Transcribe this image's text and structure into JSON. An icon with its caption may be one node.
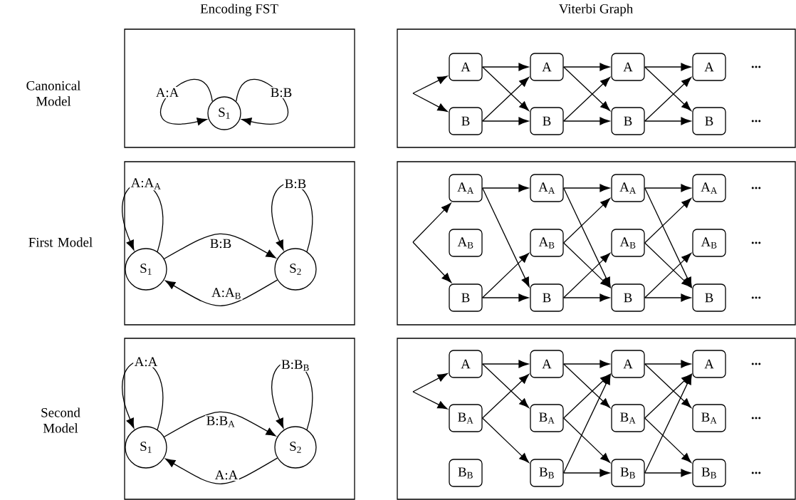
{
  "diagram": {
    "nodes": [
      {
        "text": [],
        "shape": "box"
      },
      {
        "text": [
          "S$_{1}$"
        ],
        "in": 0
      },
      {
        "text": [],
        "shape": "box"
      },
      {
        "text": [
          "A"
        ],
        "in": 2
      },
      {
        "text": [
          "B"
        ],
        "in": 2
      },
      {
        "text": [
          "A"
        ],
        "in": 2
      },
      {
        "text": [
          "B"
        ],
        "in": 2
      },
      {
        "text": [
          "A"
        ],
        "in": 2
      },
      {
        "text": [
          "B"
        ],
        "in": 2
      },
      {
        "text": [
          "A"
        ],
        "in": 2
      },
      {
        "text": [
          "B"
        ],
        "in": 2
      },
      {
        "text": [],
        "shape": "box"
      },
      {
        "text": [
          "S$_{1}$"
        ],
        "in": 11
      },
      {
        "text": [
          "S$_{2}$"
        ],
        "in": 11
      },
      {
        "text": [],
        "shape": "box"
      },
      {
        "text": [
          "A$_{A}$"
        ],
        "in": 14
      },
      {
        "text": [
          "A$_{B}$"
        ],
        "in": 14
      },
      {
        "text": [
          "B"
        ],
        "in": 14
      },
      {
        "text": [
          "A$_{A}$"
        ],
        "in": 14
      },
      {
        "text": [
          "A$_{B}$"
        ],
        "in": 14
      },
      {
        "text": [
          "B"
        ],
        "in": 14
      },
      {
        "text": [
          "A$_{A}$"
        ],
        "in": 14
      },
      {
        "text": [
          "A$_{B}$"
        ],
        "in": 14
      },
      {
        "text": [
          "B"
        ],
        "in": 14
      },
      {
        "text": [
          "A$_{A}$"
        ],
        "in": 14
      },
      {
        "text": [
          "A$_{B}$"
        ],
        "in": 14
      },
      {
        "text": [
          "B"
        ],
        "in": 14
      },
      {
        "text": [],
        "shape": "box"
      },
      {
        "text": [
          "S$_{1}$"
        ],
        "in": 27
      },
      {
        "text": [
          "S$_{2}$"
        ],
        "in": 27
      },
      {
        "text": [],
        "shape": "box"
      },
      {
        "text": [
          "A"
        ],
        "in": 30
      },
      {
        "text": [
          "B$_{A}$"
        ],
        "in": 30
      },
      {
        "text": [
          "B$_{B}$"
        ],
        "in": 30
      },
      {
        "text": [
          "A"
        ],
        "in": 30
      },
      {
        "text": [
          "B$_{A}$"
        ],
        "in": 30
      },
      {
        "text": [
          "B$_{B}$"
        ],
        "in": 30
      },
      {
        "text": [
          "A"
        ],
        "in": 30
      },
      {
        "text": [
          "B$_{A}$"
        ],
        "in": 30
      },
      {
        "text": [
          "B$_{B}$"
        ],
        "in": 30
      },
      {
        "text": [
          "A"
        ],
        "in": 30
      },
      {
        "text": [
          "B$_{A}$"
        ],
        "in": 30
      },
      {
        "text": [
          "B$_{B}$"
        ],
        "in": 30
      }
    ],
    "edges": [
      {
        "from": 1,
        "to": 1,
        "arrow": "to",
        "label": "A:A"
      },
      {
        "from": 1,
        "to": 1,
        "arrow": "to",
        "label": "B:B"
      },
      {
        "from": null,
        "to": 3,
        "arrow": "to"
      },
      {
        "from": null,
        "to": 4,
        "arrow": "to"
      },
      {
        "from": 3,
        "to": 5,
        "arrow": "to"
      },
      {
        "from": 3,
        "to": 6,
        "arrow": "to"
      },
      {
        "from": 4,
        "to": 5,
        "arrow": "to"
      },
      {
        "from": 4,
        "to": 6,
        "arrow": "to"
      },
      {
        "from": 5,
        "to": 7,
        "arrow": "to"
      },
      {
        "from": 5,
        "to": 8,
        "arrow": "to"
      },
      {
        "from": 6,
        "to": 7,
        "arrow": "to"
      },
      {
        "from": 6,
        "to": 8,
        "arrow": "to"
      },
      {
        "from": 7,
        "to": 9,
        "arrow": "to"
      },
      {
        "from": 7,
        "to": 10,
        "arrow": "to"
      },
      {
        "from": 8,
        "to": 9,
        "arrow": "to"
      },
      {
        "from": 8,
        "to": 10,
        "arrow": "to"
      },
      {
        "from": 12,
        "to": 12,
        "arrow": "to",
        "label": "A:A$_{A}$"
      },
      {
        "from": 13,
        "to": 13,
        "arrow": "to",
        "label": "B:B"
      },
      {
        "from": 12,
        "to": 13,
        "arrow": "to",
        "label": "B:B"
      },
      {
        "from": 13,
        "to": 12,
        "arrow": "to",
        "label": "A:A$_{B}$"
      },
      {
        "from": null,
        "to": 15,
        "arrow": "to"
      },
      {
        "from": null,
        "to": 17,
        "arrow": "to"
      },
      {
        "from": 15,
        "to": 18,
        "arrow": "to"
      },
      {
        "from": 15,
        "to": 20,
        "arrow": "to"
      },
      {
        "from": 17,
        "to": 19,
        "arrow": "to"
      },
      {
        "from": 17,
        "to": 20,
        "arrow": "to"
      },
      {
        "from": 18,
        "to": 21,
        "arrow": "to"
      },
      {
        "from": 18,
        "to": 23,
        "arrow": "to"
      },
      {
        "from": 19,
        "to": 21,
        "arrow": "to"
      },
      {
        "from": 19,
        "to": 23,
        "arrow": "to"
      },
      {
        "from": 20,
        "to": 22,
        "arrow": "to"
      },
      {
        "from": 20,
        "to": 23,
        "arrow": "to"
      },
      {
        "from": 21,
        "to": 24,
        "arrow": "to"
      },
      {
        "from": 21,
        "to": 26,
        "arrow": "to"
      },
      {
        "from": 22,
        "to": 24,
        "arrow": "to"
      },
      {
        "from": 22,
        "to": 26,
        "arrow": "to"
      },
      {
        "from": 23,
        "to": 25,
        "arrow": "to"
      },
      {
        "from": 23,
        "to": 26,
        "arrow": "to"
      },
      {
        "from": 28,
        "to": 28,
        "arrow": "to",
        "label": "A:A"
      },
      {
        "from": 29,
        "to": 29,
        "arrow": "to",
        "label": "B:B$_{B}$"
      },
      {
        "from": 28,
        "to": 29,
        "arrow": "to",
        "label": "B:B$_{A}$"
      },
      {
        "from": 29,
        "to": 28,
        "arrow": "to",
        "label": "A:A"
      },
      {
        "from": null,
        "to": 31,
        "arrow": "to"
      },
      {
        "from": null,
        "to": 32,
        "arrow": "to"
      },
      {
        "from": 31,
        "to": 34,
        "arrow": "to"
      },
      {
        "from": 31,
        "to": 35,
        "arrow": "to"
      },
      {
        "from": 32,
        "to": 34,
        "arrow": "to"
      },
      {
        "from": 32,
        "to": 36,
        "arrow": "to"
      },
      {
        "from": 34,
        "to": 37,
        "arrow": "to"
      },
      {
        "from": 34,
        "to": 38,
        "arrow": "to"
      },
      {
        "from": 35,
        "to": 37,
        "arrow": "to"
      },
      {
        "from": 35,
        "to": 39,
        "arrow": "to"
      },
      {
        "from": 36,
        "to": 37,
        "arrow": "to"
      },
      {
        "from": 36,
        "to": 39,
        "arrow": "to"
      },
      {
        "from": 37,
        "to": 40,
        "arrow": "to"
      },
      {
        "from": 37,
        "to": 41,
        "arrow": "to"
      },
      {
        "from": 38,
        "to": 40,
        "arrow": "to"
      },
      {
        "from": 38,
        "to": 42,
        "arrow": "to"
      },
      {
        "from": 39,
        "to": 40,
        "arrow": "to"
      },
      {
        "from": 39,
        "to": 42,
        "arrow": "to"
      }
    ],
    "labels": [
      "Encoding FST",
      "Viterbi Graph",
      "Canonical Model",
      "...",
      "...",
      "First Model",
      "...",
      "...",
      "...",
      "Second Model",
      "...",
      "...",
      "..."
    ]
  }
}
